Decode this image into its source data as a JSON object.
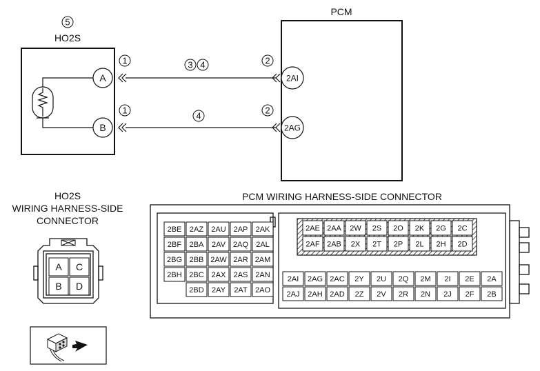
{
  "sensor": {
    "marker": "5",
    "name": "HO2S",
    "terminals": [
      "A",
      "B"
    ],
    "wire_markers": {
      "a_left": "1",
      "b_left": "1"
    }
  },
  "pcm": {
    "name": "PCM",
    "terminals": [
      "2AI",
      "2AG"
    ],
    "wire_markers": {
      "a_right": "2",
      "b_right": "2"
    }
  },
  "wires": [
    {
      "from": "A",
      "to": "2AI",
      "markers": [
        "3",
        "4"
      ]
    },
    {
      "from": "B",
      "to": "2AG",
      "markers": [
        "4"
      ]
    }
  ],
  "ho2s_connector": {
    "title_lines": [
      "HO2S",
      "WIRING HARNESS-SIDE",
      "CONNECTOR"
    ],
    "pins": [
      "A",
      "C",
      "B",
      "D"
    ]
  },
  "pcm_connector": {
    "title": "PCM WIRING HARNESS-SIDE CONNECTOR",
    "left_block": [
      [
        "2BE",
        "2AZ",
        "2AU",
        "2AP",
        "2AK"
      ],
      [
        "2BF",
        "2BA",
        "2AV",
        "2AQ",
        "2AL"
      ],
      [
        "2BG",
        "2BB",
        "2AW",
        "2AR",
        "2AM"
      ],
      [
        "2BH",
        "2BC",
        "2AX",
        "2AS",
        "2AN"
      ],
      [
        "",
        "2BD",
        "2AY",
        "2AT",
        "2AO"
      ]
    ],
    "right_top": [
      [
        "2AE",
        "2AA",
        "2W",
        "2S",
        "2O",
        "2K",
        "2G",
        "2C"
      ],
      [
        "2AF",
        "2AB",
        "2X",
        "2T",
        "2P",
        "2L",
        "2H",
        "2D"
      ]
    ],
    "right_bottom": [
      [
        "2AI",
        "2AG",
        "2AC",
        "2Y",
        "2U",
        "2Q",
        "2M",
        "2I",
        "2E",
        "2A"
      ],
      [
        "2AJ",
        "2AH",
        "2AD",
        "2Z",
        "2V",
        "2R",
        "2N",
        "2J",
        "2F",
        "2B"
      ]
    ]
  }
}
